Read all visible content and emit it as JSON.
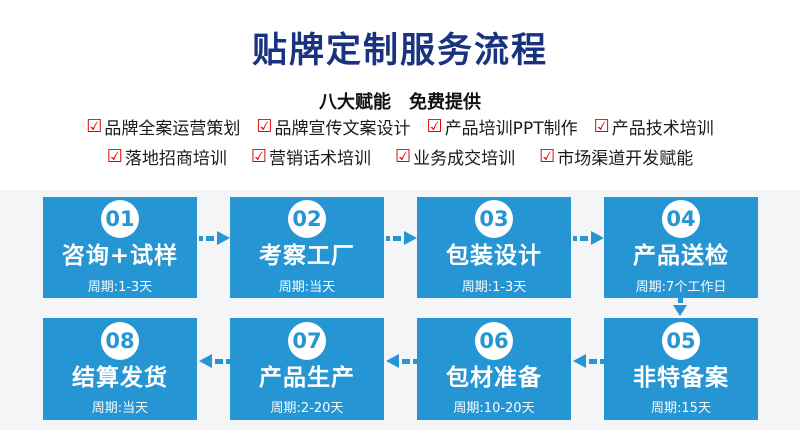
{
  "header": {
    "title": "贴牌定制服务流程",
    "subtitle": "八大赋能　免费提供",
    "title_color": "#1a3380"
  },
  "benefits": {
    "check_icon": "☑",
    "check_color": "#e60000",
    "rows": [
      [
        "品牌全案运营策划",
        "品牌宣传文案设计",
        "产品培训PPT制作",
        "产品技术培训"
      ],
      [
        "落地招商培训",
        "营销话术培训",
        "业务成交培训",
        "市场渠道开发赋能"
      ]
    ]
  },
  "flow": {
    "box_color": "#2596d3",
    "background_color": "#f4f5f6",
    "steps": [
      {
        "number": "01",
        "label": "咨询+试样",
        "period": "周期:1-3天"
      },
      {
        "number": "02",
        "label": "考察工厂",
        "period": "周期:当天"
      },
      {
        "number": "03",
        "label": "包装设计",
        "period": "周期:1-3天"
      },
      {
        "number": "04",
        "label": "产品送检",
        "period": "周期:7个工作日"
      },
      {
        "number": "05",
        "label": "非特备案",
        "period": "周期:15天"
      },
      {
        "number": "06",
        "label": "包材准备",
        "period": "周期:10-20天"
      },
      {
        "number": "07",
        "label": "产品生产",
        "period": "周期:2-20天"
      },
      {
        "number": "08",
        "label": "结算发货",
        "period": "周期:当天"
      }
    ]
  }
}
